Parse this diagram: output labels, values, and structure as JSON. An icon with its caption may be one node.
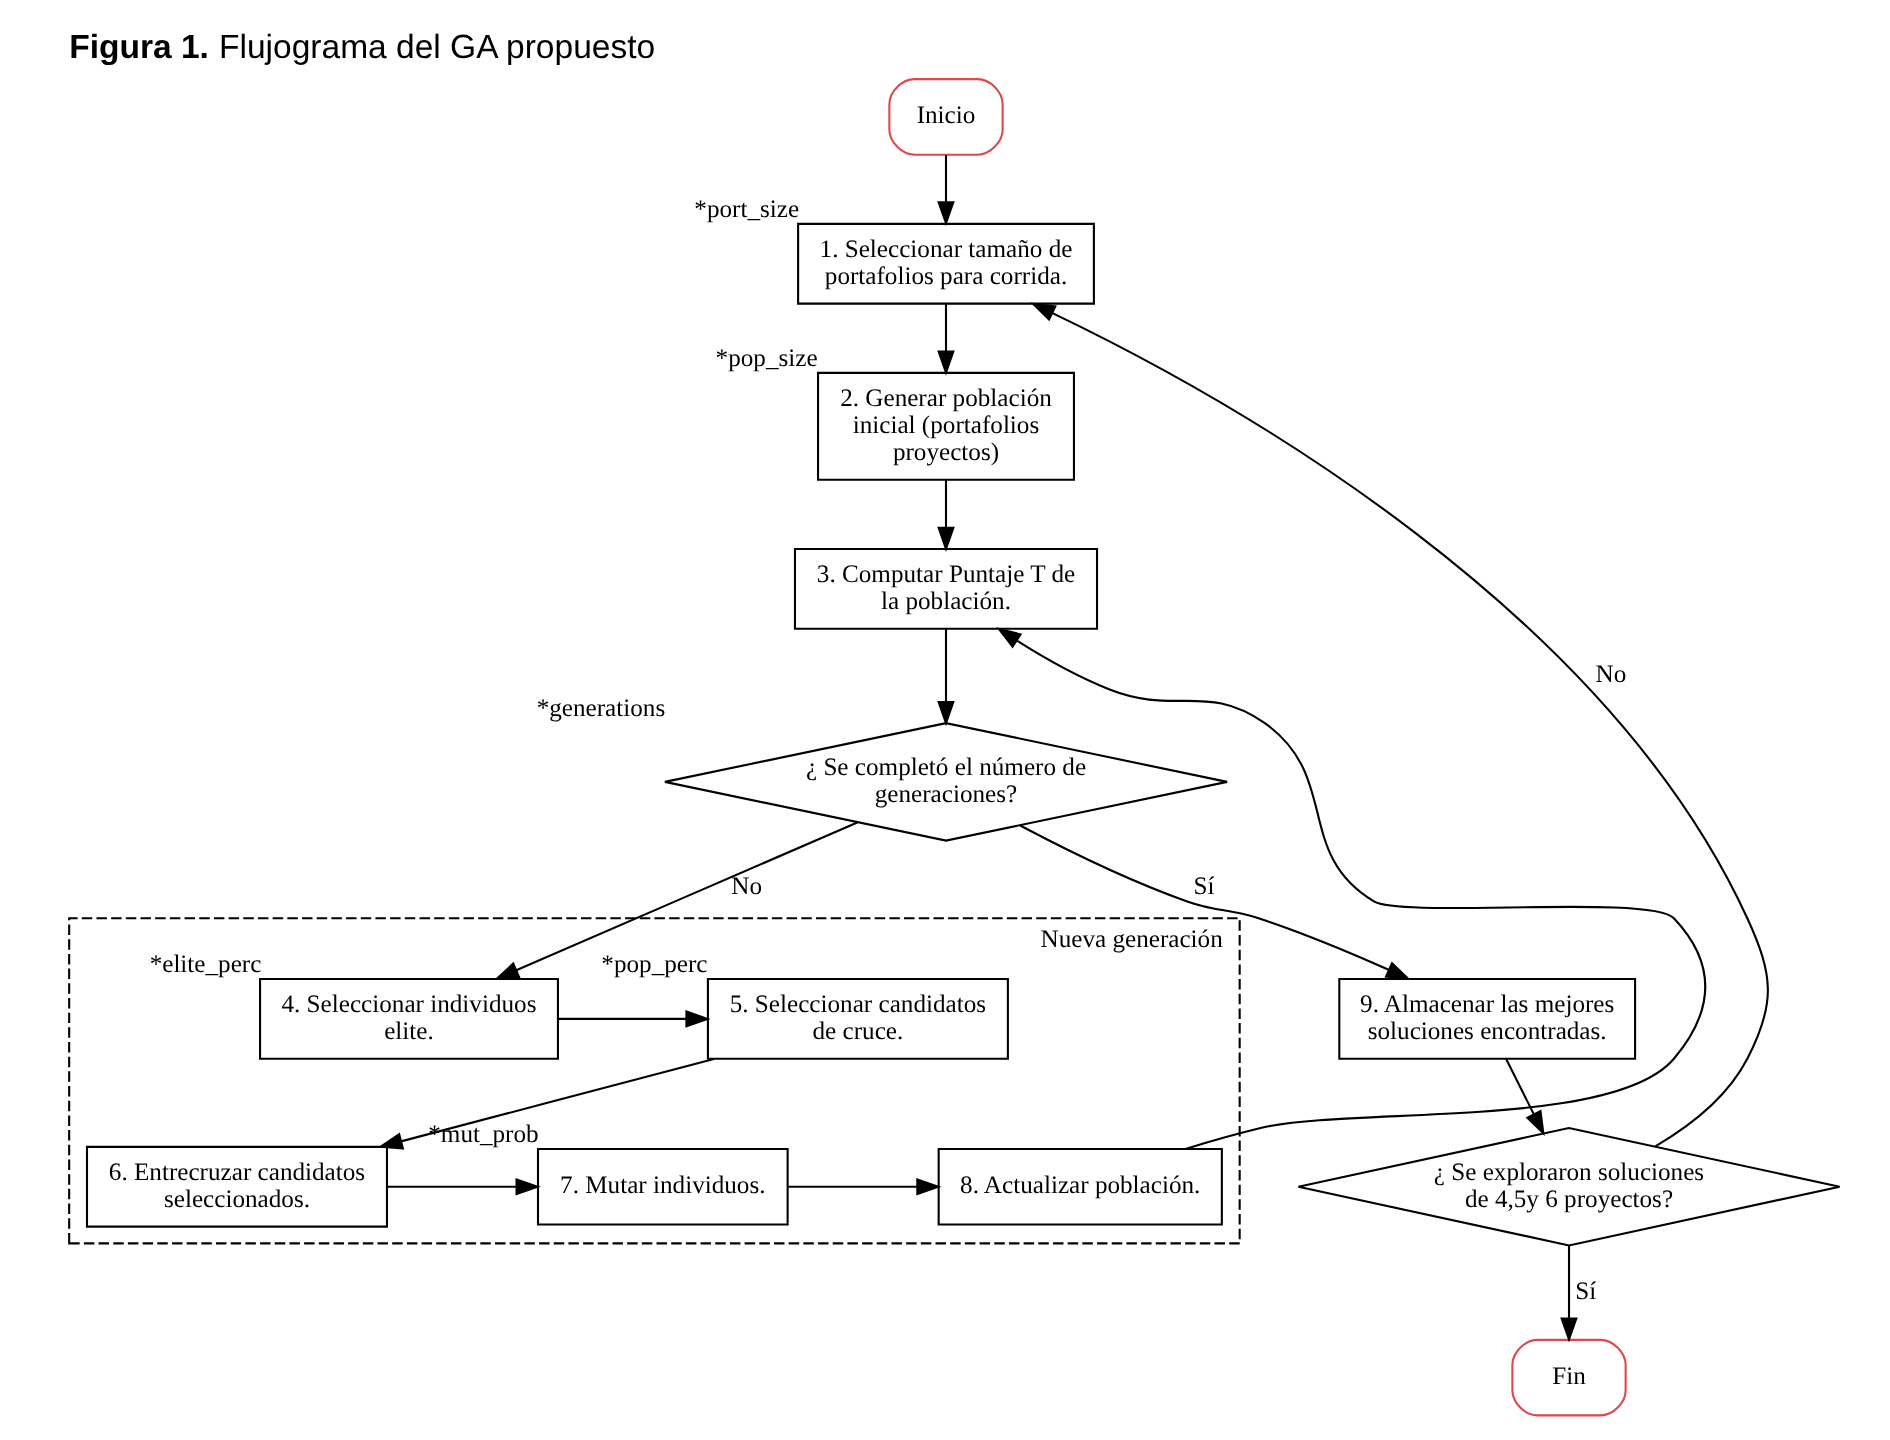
{
  "diagram": {
    "title": "**Figura 1.** Flujograma del GA propuesto",
    "nodes": [
      {
        "text": [
          "Inicio"
        ]
      },
      {
        "text": [
          "1. Seleccionar tamaño de portafolios para corrida."
        ],
        "beside": [
          "*port_size"
        ]
      },
      {
        "text": [
          "2. Generar población inicial (portafolios proyectos)"
        ],
        "beside": [
          "*pop_size"
        ]
      },
      {
        "text": [
          "3. Computar Puntaje T de la población."
        ]
      },
      {
        "text": [
          "¿ Se completó el número de generaciones?"
        ],
        "beside": [
          "*generations"
        ]
      },
      {
        "text": [
          "Nueva generación"
        ]
      },
      {
        "text": [
          "8. Actualizar población."
        ],
        "in": 5
      },
      {
        "text": [
          "7. Mutar individuos."
        ],
        "in": 5,
        "beside": [
          "*mut_prob"
        ]
      },
      {
        "text": [
          "6. Entrecruzar candidatos seleccionados."
        ],
        "in": 5
      },
      {
        "text": [
          "4. Seleccionar individuos elite."
        ],
        "in": 5,
        "beside": [
          "*elite_perc"
        ]
      },
      {
        "text": [
          "5. Seleccionar candidatos de cruce."
        ],
        "in": 5,
        "beside": [
          "*pop_perc"
        ]
      },
      {
        "text": [
          "9. Almacenar las mejores soluciones encontradas."
        ]
      },
      {
        "text": [
          "¿ Se exploraron soluciones de 4,5y 6 proyectos?"
        ]
      },
      {
        "text": [
          "Fin"
        ]
      }
    ],
    "edges": [
      {
        "from": 0,
        "to": 1,
        "arrow": "to"
      },
      {
        "from": 1,
        "to": 2,
        "arrow": "to"
      },
      {
        "from": 2,
        "to": 3,
        "arrow": "to"
      },
      {
        "from": 3,
        "to": 4,
        "arrow": "to"
      },
      {
        "from": 4,
        "to": 9,
        "arrow": "to",
        "label": "No"
      },
      {
        "from": 9,
        "to": 10,
        "arrow": "to"
      },
      {
        "from": 10,
        "to": 8,
        "arrow": "to"
      },
      {
        "from": 8,
        "to": 7,
        "arrow": "to"
      },
      {
        "from": 7,
        "to": 6,
        "arrow": "to"
      },
      {
        "from": 6,
        "to": 3,
        "arrow": "to"
      },
      {
        "from": 4,
        "to": 11,
        "arrow": "to",
        "label": "Sí"
      },
      {
        "from": 11,
        "to": 12,
        "arrow": "to"
      },
      {
        "from": 12,
        "to": 13,
        "arrow": "to",
        "label": "Sí"
      },
      {
        "from": 12,
        "to": 1,
        "arrow": "to",
        "label": "No"
      }
    ]
  }
}
